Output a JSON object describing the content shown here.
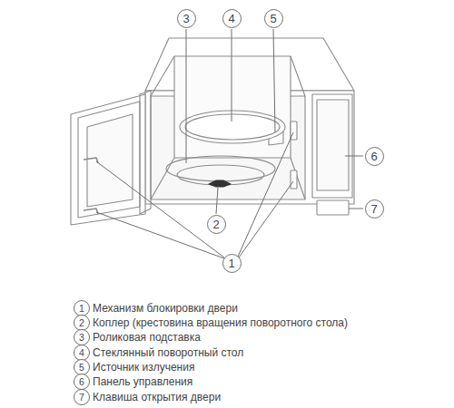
{
  "diagram": {
    "nodes": [
      {
        "text": [
          "3"
        ]
      },
      {
        "text": [
          "4"
        ]
      },
      {
        "text": [
          "5"
        ]
      },
      {
        "text": [
          "6"
        ]
      },
      {
        "text": [
          "7"
        ]
      },
      {
        "text": [
          "2"
        ]
      },
      {
        "text": [
          "1"
        ]
      },
      {
        "text": [
          "1",
          "Механизм блокировки двери"
        ]
      },
      {
        "text": [
          "2",
          "Коплер (крестовина вращения поворотного стола)"
        ]
      },
      {
        "text": [
          "3",
          "Роликовая подставка"
        ]
      },
      {
        "text": [
          "4",
          "Стеклянный поворотный стол"
        ]
      },
      {
        "text": [
          "5",
          "Источник излучения"
        ]
      },
      {
        "text": [
          "6",
          "Панель управления"
        ]
      },
      {
        "text": [
          "7",
          "Клавиша открытия двери"
        ]
      }
    ]
  }
}
